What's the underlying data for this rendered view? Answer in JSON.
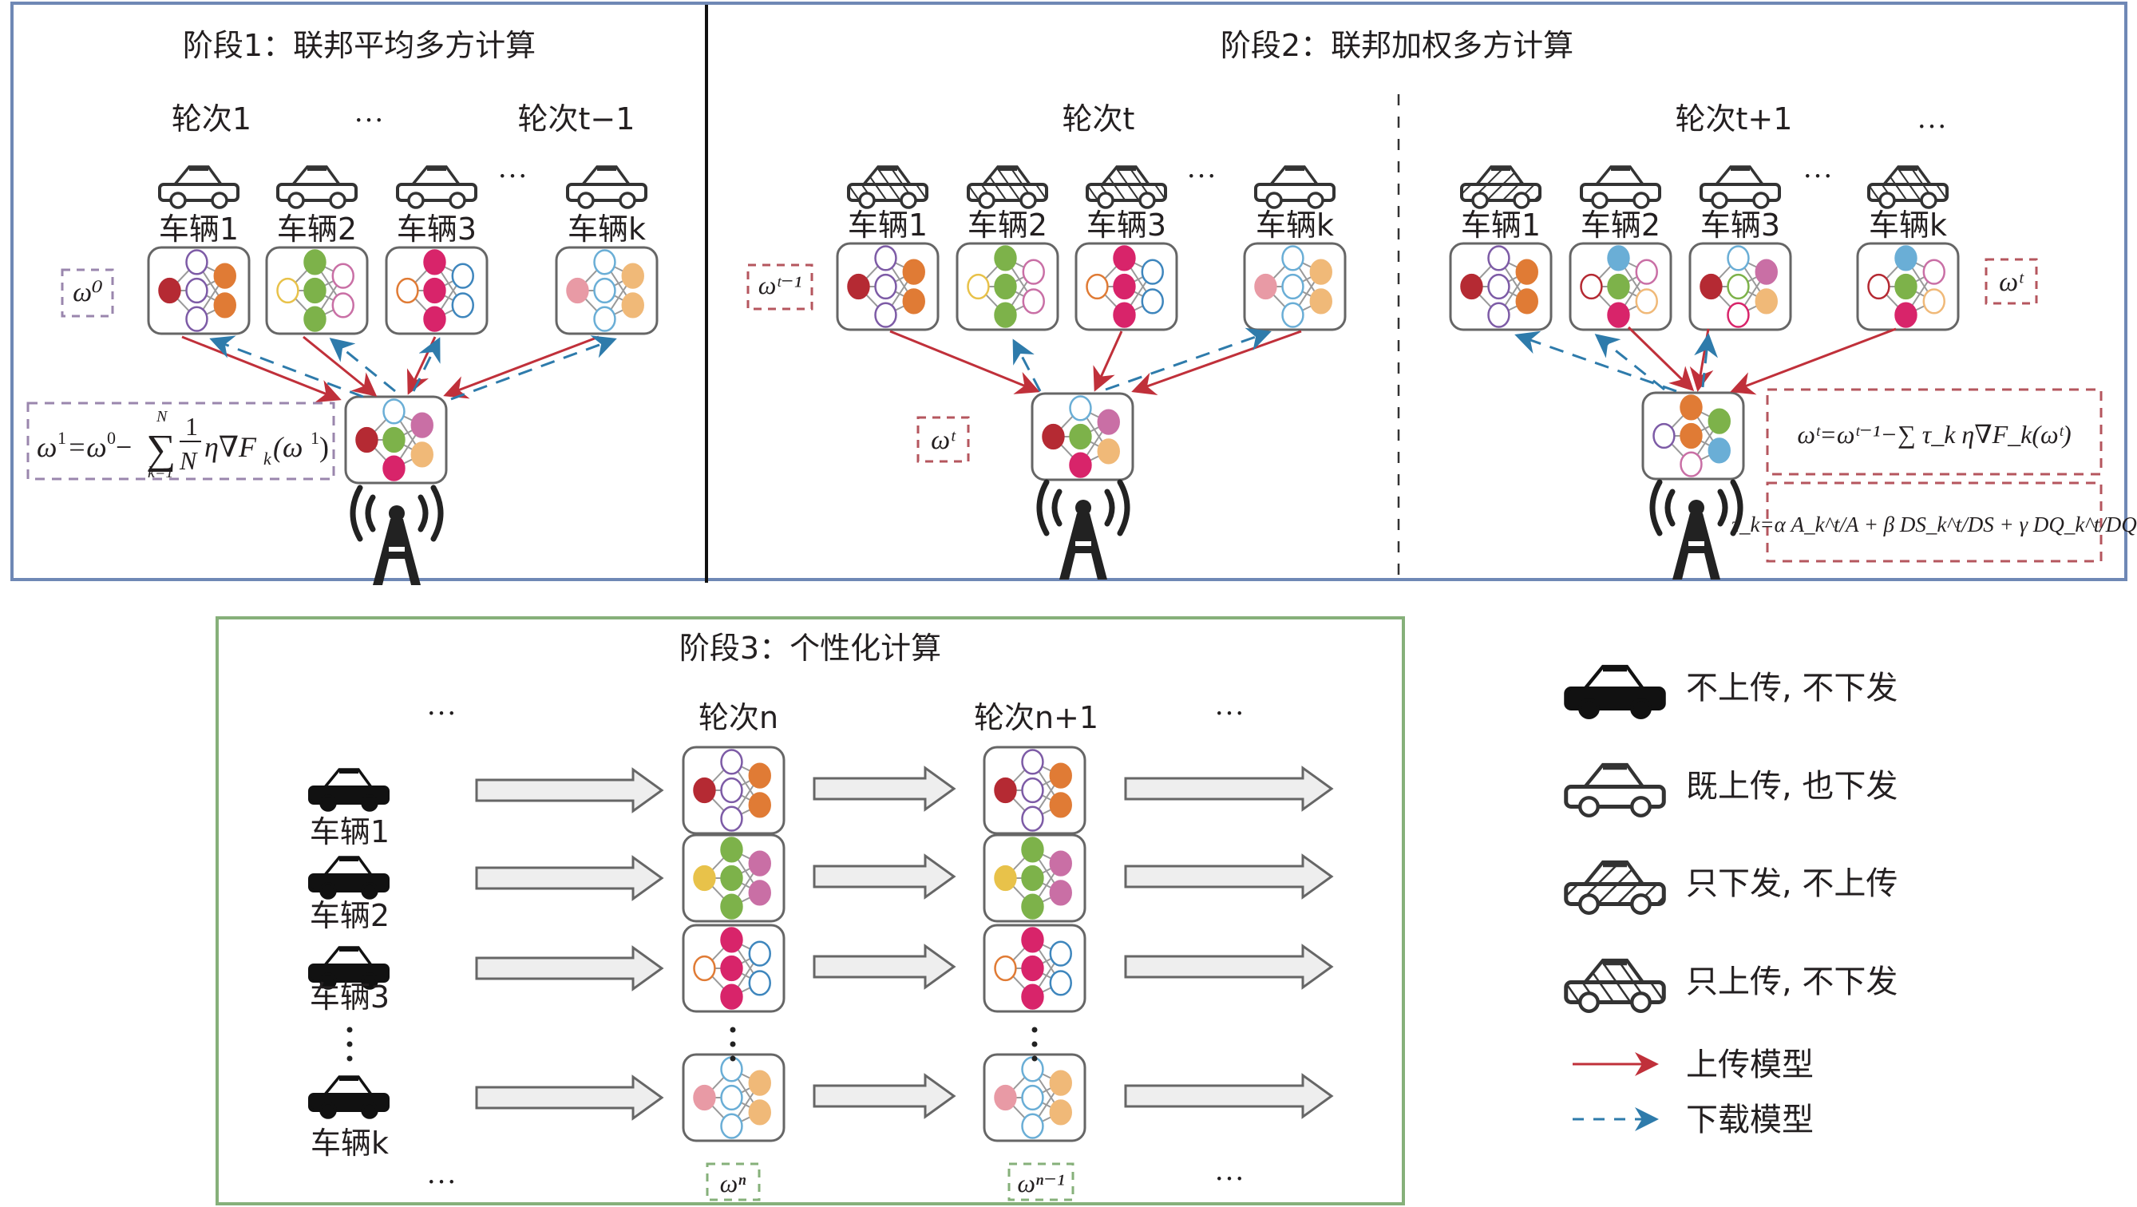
{
  "stages": [
    {
      "title": "阶段1：联邦平均多方计算",
      "rounds": [
        "轮次1",
        "…",
        "轮次t−1"
      ],
      "vehicles": [
        {
          "label": "车辆1",
          "car": "both",
          "nn": {
            "in": [
              "#b52a33",
              true
            ],
            "hid": [
              "#7d5ba6",
              false
            ],
            "out": [
              "#e07b35",
              true
            ]
          }
        },
        {
          "label": "车辆2",
          "car": "both",
          "nn": {
            "in": [
              "#e8c24a",
              false
            ],
            "hid": [
              "#7db24a",
              true
            ],
            "out": [
              "#c96fa5",
              false
            ]
          }
        },
        {
          "label": "车辆3",
          "car": "both",
          "nn": {
            "in": [
              "#e07b35",
              false
            ],
            "hid": [
              "#d8246a",
              true
            ],
            "out": [
              "#3e86bd",
              false
            ]
          }
        },
        {
          "label": "车辆k",
          "car": "both",
          "nn": {
            "in": [
              "#e89aa5",
              true
            ],
            "hid": [
              "#6aaed6",
              false
            ],
            "out": [
              "#f0b978",
              true
            ]
          }
        }
      ],
      "weight_label": "ω⁰",
      "formula": "ω¹=ω⁰−∑ 1/N η∇F_k(ω¹)",
      "formula_parts": {
        "lhs": "ω",
        "lhs_sup": "1",
        "eq": "=ω",
        "sup0": "0",
        "minus": "−",
        "sum_top": "N",
        "sum_bot": "k=1",
        "frac_num": "1",
        "frac_den": "N",
        "rest": "η∇F",
        "sub": "k",
        "arg": "(ω",
        "arg_sup": "1",
        "close": ")"
      },
      "server_nn": {
        "in": [
          "#b52a33",
          true
        ],
        "hid": [
          [
            "#6aaed6",
            false
          ],
          [
            "#7db24a",
            true
          ],
          [
            "#d8246a",
            true
          ]
        ],
        "out": [
          [
            "#c96fa5",
            true
          ],
          [
            "#f0b978",
            true
          ]
        ]
      }
    },
    {
      "title": "阶段2：联邦加权多方计算",
      "round_t": {
        "label": "轮次t",
        "weight_label": "ωᵗ⁻¹",
        "server_weight_label": "ωᵗ",
        "vehicles": [
          {
            "label": "车辆1",
            "car": "upload_only"
          },
          {
            "label": "车辆2",
            "car": "upload_only"
          },
          {
            "label": "车辆3",
            "car": "upload_only"
          },
          {
            "label": "车辆k",
            "car": "both"
          }
        ]
      },
      "round_t1": {
        "label": "轮次t+1",
        "ellipsis": "…",
        "weight_label": "ωᵗ",
        "vehicles": [
          {
            "label": "车辆1",
            "car": "download_only"
          },
          {
            "label": "车辆2",
            "car": "both"
          },
          {
            "label": "车辆3",
            "car": "both"
          },
          {
            "label": "车辆k",
            "car": "upload_only"
          }
        ],
        "formula1": "ωᵗ=ωᵗ⁻¹−∑ τ_k η∇F_k(ωᵗ)",
        "formula2": "τ_k=α A_k^t/A + β DS_k^t/DS + γ DQ_k^t/DQ"
      }
    },
    {
      "title": "阶段3：个性化计算",
      "rounds": [
        "轮次n",
        "轮次n+1"
      ],
      "ellipsis": "…",
      "vehicles": [
        "车辆1",
        "车辆2",
        "车辆3",
        "车辆k"
      ],
      "weight_labels": [
        "ωⁿ",
        "ωⁿ⁻¹"
      ]
    }
  ],
  "legend": {
    "cars": [
      {
        "type": "none",
        "label": "不上传, 不下发"
      },
      {
        "type": "both",
        "label": "既上传, 也下发"
      },
      {
        "type": "download_only",
        "label": "只下发, 不上传"
      },
      {
        "type": "upload_only",
        "label": "只上传, 不下发"
      }
    ],
    "arrows": [
      {
        "type": "upload",
        "label": "上传模型",
        "color": "#c0303a"
      },
      {
        "type": "download",
        "label": "下载模型",
        "color": "#2e7bab"
      }
    ]
  },
  "colors": {
    "stage12_border": "#6f88b5",
    "stage3_border": "#86b07a",
    "upload": "#c0303a",
    "download": "#2e7bab",
    "stage1_dash": "#9a86ad",
    "stage2_dash": "#b5565e",
    "stage3_dash": "#86b07a"
  }
}
